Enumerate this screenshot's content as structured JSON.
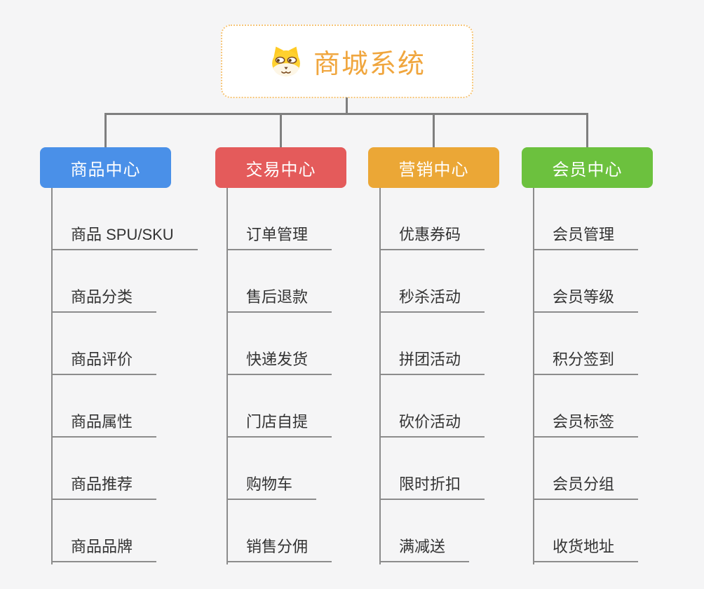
{
  "root": {
    "title": "商城系统",
    "icon": "dog-icon",
    "title_color": "#f0a63e",
    "border_color": "#f6c577"
  },
  "branches": [
    {
      "label": "商品中心",
      "color": "#4a90e8",
      "items": [
        "商品 SPU/SKU",
        "商品分类",
        "商品评价",
        "商品属性",
        "商品推荐",
        "商品品牌"
      ]
    },
    {
      "label": "交易中心",
      "color": "#e45b5b",
      "items": [
        "订单管理",
        "售后退款",
        "快递发货",
        "门店自提",
        "购物车",
        "销售分佣"
      ]
    },
    {
      "label": "营销中心",
      "color": "#eba736",
      "items": [
        "优惠券码",
        "秒杀活动",
        "拼团活动",
        "砍价活动",
        "限时折扣",
        "满减送"
      ]
    },
    {
      "label": "会员中心",
      "color": "#6cc13e",
      "items": [
        "会员管理",
        "会员等级",
        "积分签到",
        "会员标签",
        "会员分组",
        "收货地址"
      ]
    }
  ],
  "colors": {
    "connector": "#7f7f7f",
    "item_line": "#8c8c8c",
    "item_text": "#333333",
    "background": "#f5f5f6"
  }
}
